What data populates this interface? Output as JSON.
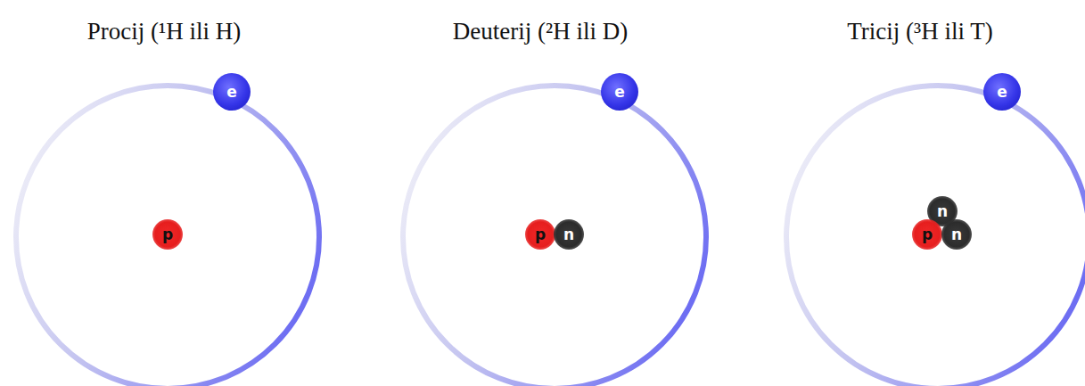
{
  "diagram": {
    "nodes": [
      {
        "text": [
          "e"
        ]
      },
      {
        "text": [
          "p"
        ]
      },
      {
        "text": [
          "e"
        ]
      },
      {
        "text": [
          "p"
        ]
      },
      {
        "text": [
          "n"
        ]
      },
      {
        "text": [
          "e"
        ]
      },
      {
        "text": [
          "n"
        ]
      },
      {
        "text": [
          "p"
        ]
      },
      {
        "text": [
          "n"
        ]
      }
    ],
    "labels": [
      "Procij (¹H ili H)",
      "Deuterij (²H ili D)",
      "Tricij (³H ili T)"
    ]
  }
}
